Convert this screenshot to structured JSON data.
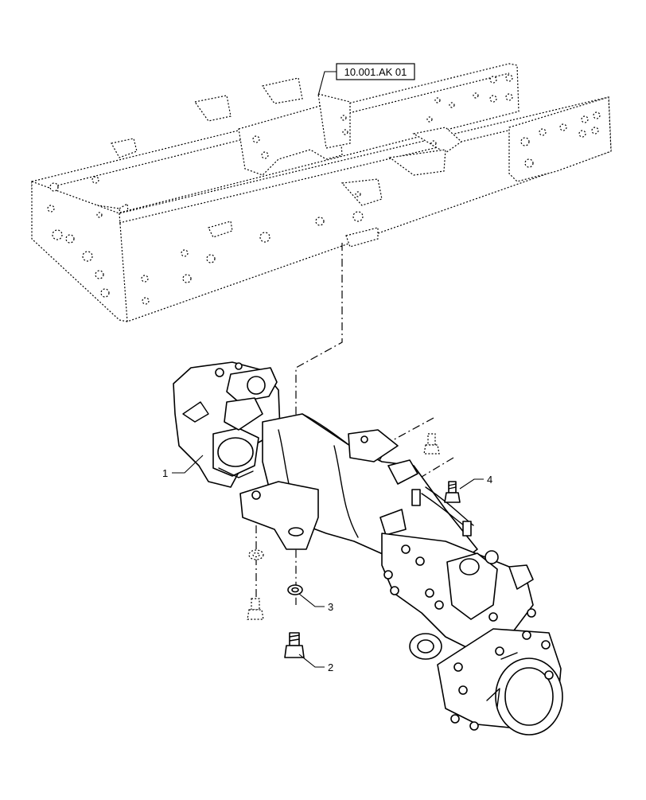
{
  "reference_label": "10.001.AK 01",
  "callouts": [
    {
      "number": "1"
    },
    {
      "number": "2"
    },
    {
      "number": "3"
    },
    {
      "number": "4"
    }
  ],
  "icons": [
    "chassis-frame-drawing",
    "front-axle-drawing",
    "bolt-icon",
    "washer-icon"
  ]
}
